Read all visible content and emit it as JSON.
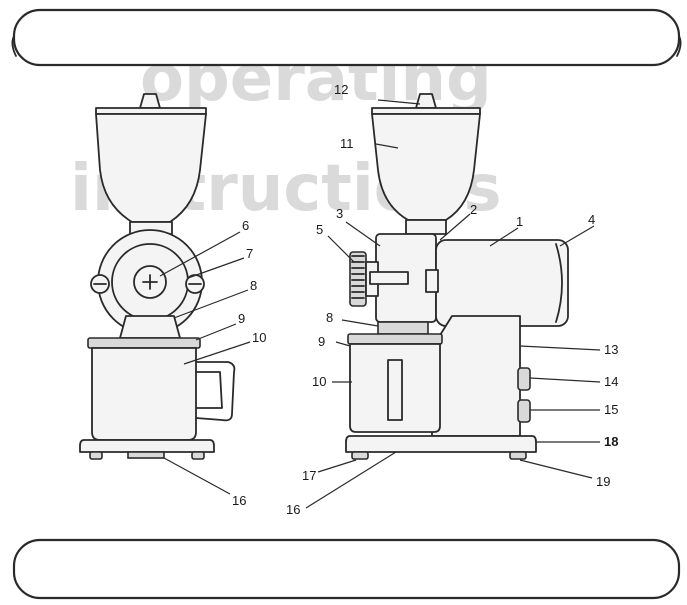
{
  "background_watermark": [
    "operating",
    "instructions"
  ],
  "labels_left": [
    "6",
    "7",
    "8",
    "9",
    "10",
    "16"
  ],
  "labels_right": [
    "12",
    "11",
    "3",
    "2",
    "1",
    "4",
    "5",
    "8",
    "13",
    "9",
    "10",
    "14",
    "15",
    "18",
    "17",
    "16",
    "19"
  ],
  "colors": {
    "ink": "#2a2a2a",
    "paper": "#ffffff",
    "fill": "#f4f4f4",
    "shade": "#d9d9d9"
  }
}
